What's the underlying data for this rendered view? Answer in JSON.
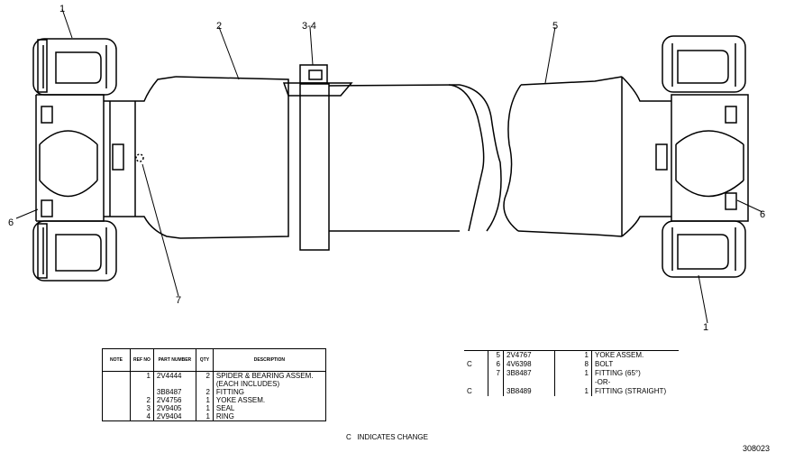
{
  "callouts": {
    "c1_top": "1",
    "c2": "2",
    "c34": "3-4",
    "c5": "5",
    "c6_left": "6",
    "c6_right": "6",
    "c7": "7",
    "c1_bottom": "1"
  },
  "parts_table_left": {
    "headers": {
      "note": "NOTE",
      "ref_no": "REF NO",
      "part_number": "PART NUMBER",
      "qty": "QTY",
      "description": "DESCRIPTION"
    },
    "rows": [
      {
        "note": "",
        "ref": "1",
        "part": "2V4444",
        "qty": "2",
        "desc": "SPIDER & BEARING ASSEM."
      },
      {
        "note": "",
        "ref": "",
        "part": "",
        "qty": "",
        "desc": "(EACH INCLUDES)"
      },
      {
        "note": "",
        "ref": "",
        "part": "3B8487",
        "qty": "2",
        "desc": "FITTING"
      },
      {
        "note": "",
        "ref": "2",
        "part": "2V4756",
        "qty": "1",
        "desc": "YOKE ASSEM."
      },
      {
        "note": "",
        "ref": "3",
        "part": "2V9405",
        "qty": "1",
        "desc": "SEAL"
      },
      {
        "note": "",
        "ref": "4",
        "part": "2V9404",
        "qty": "1",
        "desc": "RING"
      }
    ]
  },
  "parts_table_right": {
    "rows": [
      {
        "note": "",
        "ref": "5",
        "part": "2V4767",
        "qty": "1",
        "desc": "YOKE ASSEM."
      },
      {
        "note": "C",
        "ref": "6",
        "part": "4V6398",
        "qty": "8",
        "desc": "BOLT"
      },
      {
        "note": "",
        "ref": "7",
        "part": "3B8487",
        "qty": "1",
        "desc": "FITTING (65°)"
      },
      {
        "note": "",
        "ref": "",
        "part": "",
        "qty": "",
        "desc": "-OR-"
      },
      {
        "note": "C",
        "ref": "",
        "part": "3B8489",
        "qty": "1",
        "desc": "FITTING (STRAIGHT)"
      }
    ]
  },
  "legend": "C   INDICATES CHANGE",
  "drawing_number": "308023"
}
